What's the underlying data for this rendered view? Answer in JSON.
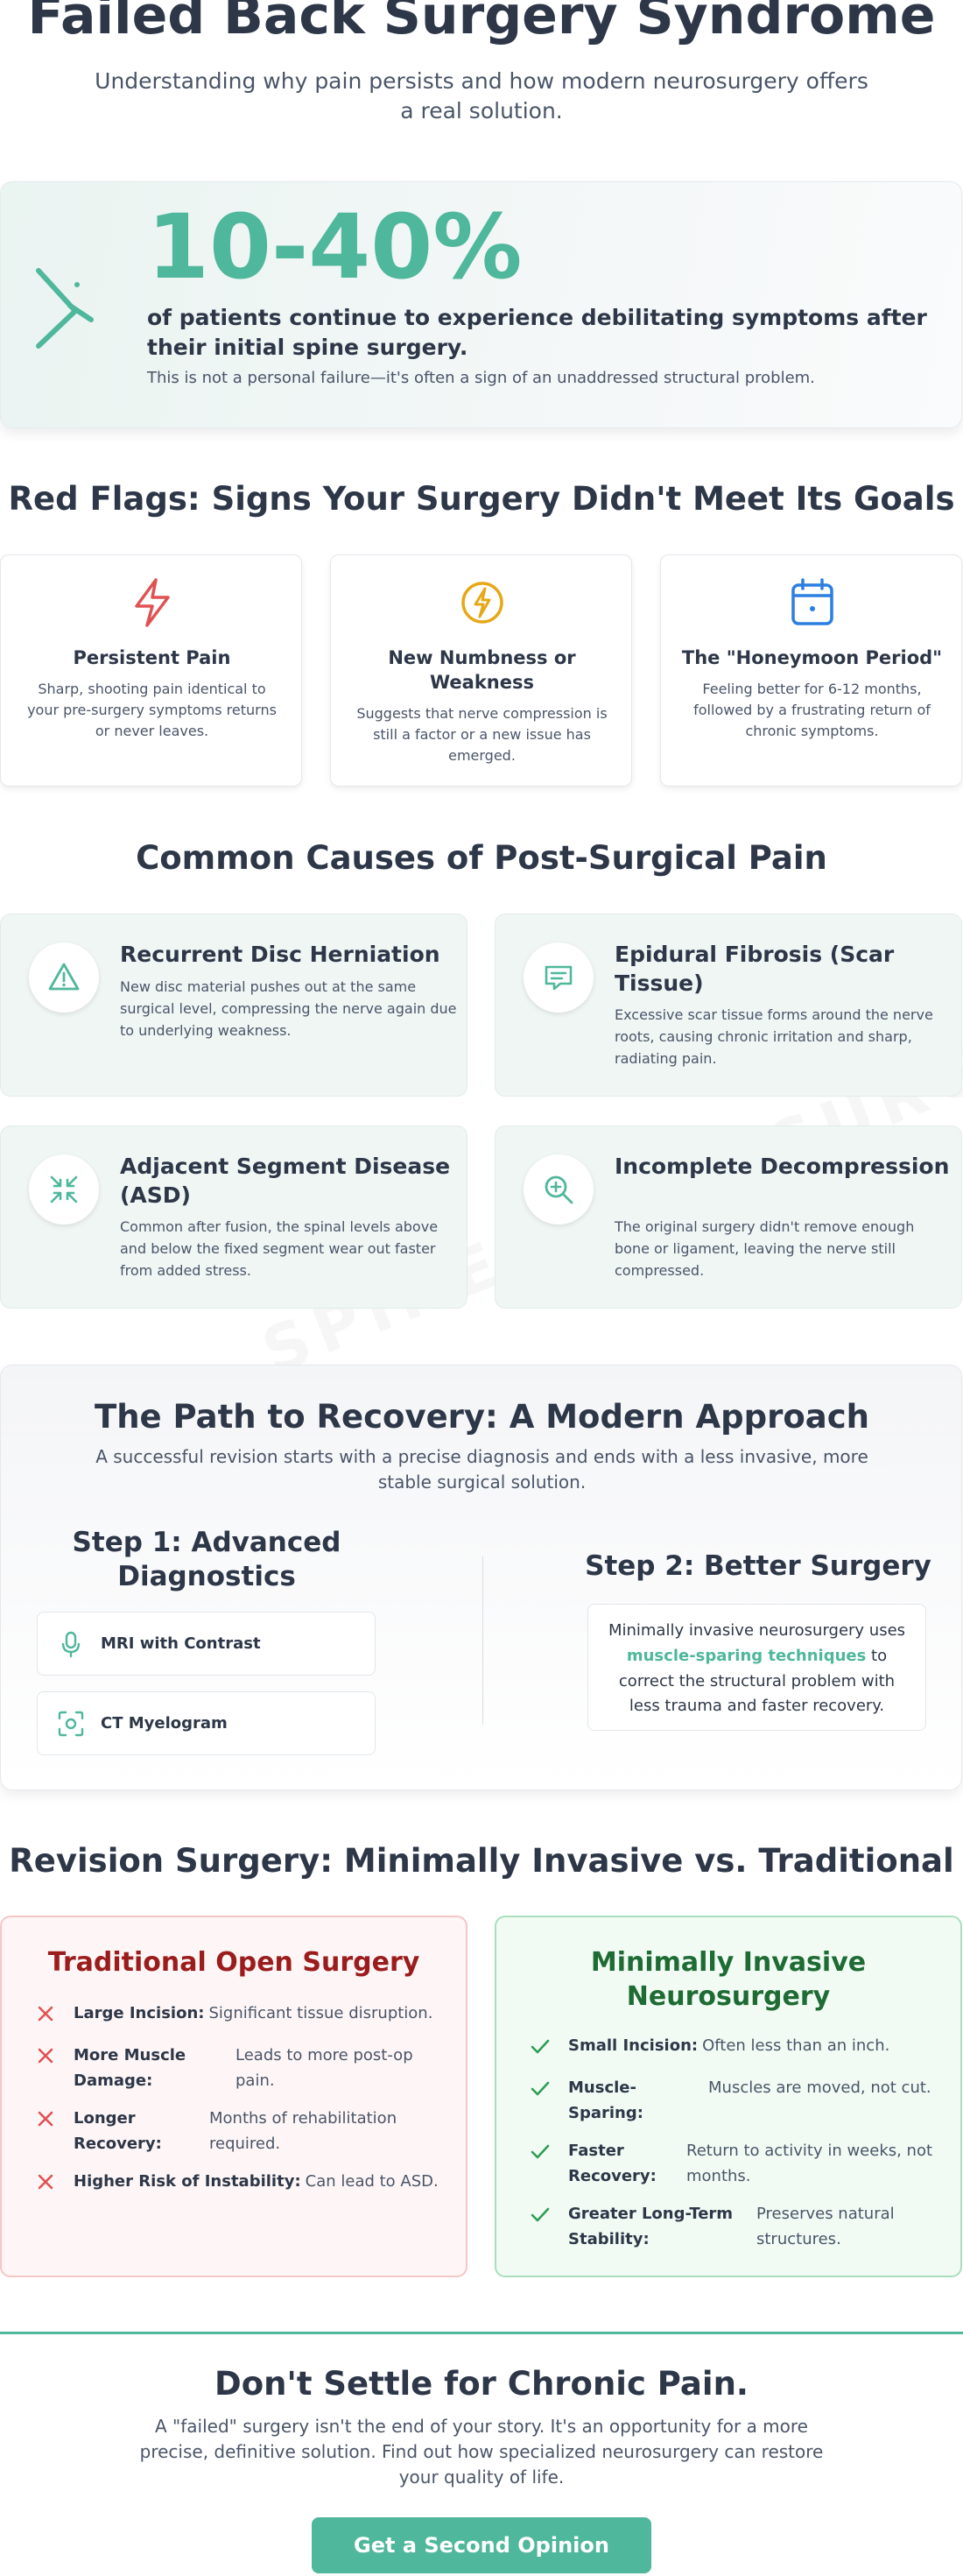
{
  "hero": {
    "title": "Failed Back Surgery Syndrome",
    "subtitle": "Understanding why pain persists and how modern neurosurgery offers a real solution."
  },
  "stat": {
    "number": "10-40%",
    "headline": "of patients continue to experience debilitating symptoms after their initial spine surgery.",
    "note": "This is not a personal failure—it's often a sign of an unaddressed structural problem.",
    "icon": "broken-spine-icon",
    "accent_color": "#4fb79b"
  },
  "red_flags": {
    "title": "Red Flags: Signs Your Surgery Didn't Meet Its Goals",
    "items": [
      {
        "icon": "lightning-icon",
        "color": "#e05252",
        "title": "Persistent Pain",
        "desc": "Sharp, shooting pain identical to your pre-surgery symptoms returns or never leaves."
      },
      {
        "icon": "numbness-icon",
        "color": "#e6a817",
        "title": "New Numbness or Weakness",
        "desc": "Suggests that nerve compression is still a factor or a new issue has emerged."
      },
      {
        "icon": "calendar-icon",
        "color": "#2b7fe0",
        "title": "The \"Honeymoon Period\"",
        "desc": "Feeling better for 6-12 months, followed by a frustrating return of chronic symptoms."
      }
    ]
  },
  "causes": {
    "title": "Common Causes of Post-Surgical Pain",
    "items": [
      {
        "icon": "warning-icon",
        "title": "Recurrent Disc Herniation",
        "desc": "New disc material pushes out at the same surgical level, compressing the nerve again due to underlying weakness."
      },
      {
        "icon": "message-icon",
        "title": "Epidural Fibrosis (Scar Tissue)",
        "desc": "Excessive scar tissue forms around the nerve roots, causing chronic irritation and sharp, radiating pain."
      },
      {
        "icon": "compress-arrows-icon",
        "title": "Adjacent Segment Disease (ASD)",
        "desc": "Common after fusion, the spinal levels above and below the fixed segment wear out faster from added stress."
      },
      {
        "icon": "zoom-in-icon",
        "title": "Incomplete Decompression",
        "desc": "The original surgery didn't remove enough bone or ligament, leaving the nerve still compressed."
      }
    ]
  },
  "watermark": "SPINENEUROSURGERYTX",
  "recovery": {
    "title": "The Path to Recovery: A Modern Approach",
    "subtitle": "A successful revision starts with a precise diagnosis and ends with a less invasive, more stable surgical solution.",
    "step1_title": "Step 1: Advanced Diagnostics",
    "diagnostics": [
      {
        "icon": "microphone-icon",
        "label": "MRI with Contrast"
      },
      {
        "icon": "scan-icon",
        "label": "CT Myelogram"
      }
    ],
    "step2_title": "Step 2: Better Surgery",
    "step2_before": "Minimally invasive neurosurgery uses ",
    "step2_highlight": "muscle-sparing techniques",
    "step2_after": " to correct the structural problem with less trauma and faster recovery."
  },
  "comparison": {
    "title": "Revision Surgery: Minimally Invasive vs. Traditional",
    "traditional": {
      "title": "Traditional Open Surgery",
      "color": "#9b1c1c",
      "items": [
        {
          "key": "Large Incision:",
          "value": "Significant tissue disruption."
        },
        {
          "key": "More Muscle Damage:",
          "value": "Leads to more post-op pain."
        },
        {
          "key": "Longer Recovery:",
          "value": "Months of rehabilitation required."
        },
        {
          "key": "Higher Risk of Instability:",
          "value": "Can lead to ASD."
        }
      ]
    },
    "minimal": {
      "title": "Minimally Invasive Neurosurgery",
      "color": "#1e6b34",
      "items": [
        {
          "key": "Small Incision:",
          "value": "Often less than an inch."
        },
        {
          "key": "Muscle-Sparing:",
          "value": "Muscles are moved, not cut."
        },
        {
          "key": "Faster Recovery:",
          "value": "Return to activity in weeks, not months."
        },
        {
          "key": "Greater Long-Term Stability:",
          "value": "Preserves natural structures."
        }
      ]
    }
  },
  "cta": {
    "title": "Don't Settle for Chronic Pain.",
    "subtitle": "A \"failed\" surgery isn't the end of your story. It's an opportunity for a more precise, definitive solution. Find out how specialized neurosurgery can restore your quality of life.",
    "button": "Get a Second Opinion"
  }
}
